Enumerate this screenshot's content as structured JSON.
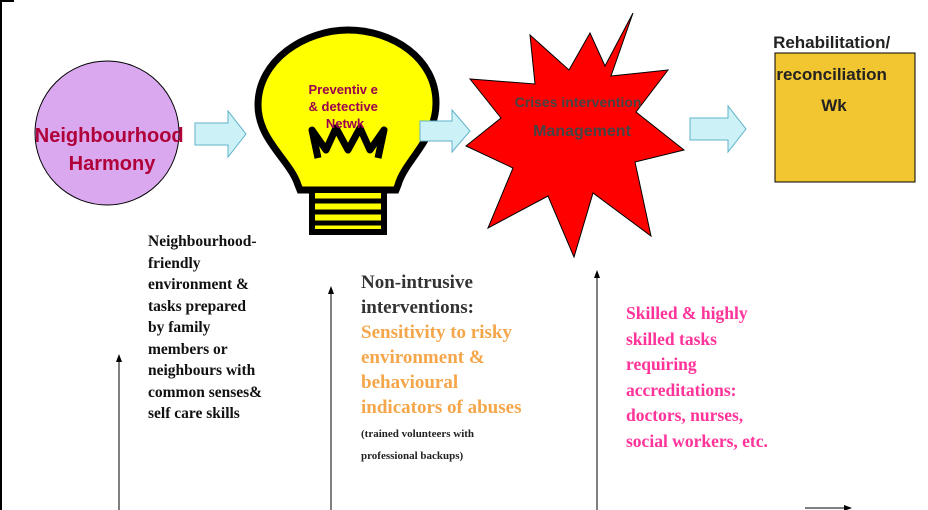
{
  "stages": [
    {
      "id": "harmony",
      "lines": [
        "Neighbourhood",
        "Harmony"
      ],
      "fill": "#d9a8ee",
      "text_color": "#b0003a"
    },
    {
      "id": "preventive",
      "lines": [
        "Preventiv e",
        "& detective",
        "Netwk"
      ],
      "fill": "#ffff00",
      "text_color": "#9a0050"
    },
    {
      "id": "crises",
      "lines": [
        "Crises intervention",
        "Management"
      ],
      "fill": "#ff0000",
      "text_color": "#444444"
    },
    {
      "id": "rehab",
      "lines": [
        "Rehabilitation/",
        "reconciliation",
        "Wk"
      ],
      "fill": "#f2c631",
      "text_color": "#222222"
    }
  ],
  "descriptions": {
    "family": {
      "lines": [
        "Neighbourhood-",
        "friendly",
        "environment &",
        "tasks prepared",
        "by family",
        "members or",
        "neighbours with",
        "common senses&",
        "self care skills"
      ],
      "color": "#111111"
    },
    "nonintrusive": {
      "heading": [
        "Non-intrusive",
        "interventions:"
      ],
      "heading_color": "#333333",
      "body": [
        "Sensitivity to risky",
        "environment &",
        "behavioural",
        "indicators of abuses"
      ],
      "body_color": "#f5a64a",
      "note": [
        "(trained volunteers with",
        "professional backups)"
      ],
      "note_color": "#222222"
    },
    "skilled": {
      "lines": [
        "Skilled & highly",
        "skilled tasks",
        "requiring",
        "accreditations:",
        "doctors, nurses,",
        "social workers, etc."
      ],
      "color": "#ff3399"
    }
  },
  "colors": {
    "connector_fill": "#ccf2f8",
    "connector_stroke": "#5fb3c8",
    "bulb_outline": "#000000",
    "lines": "#000000"
  }
}
